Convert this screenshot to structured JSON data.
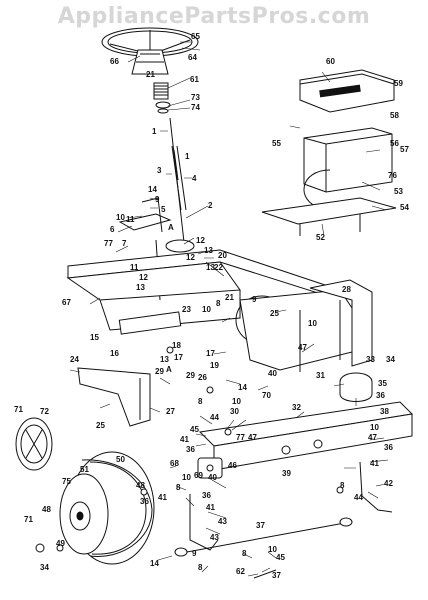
{
  "watermark": "AppliancePartsPros.com",
  "labels": {
    "l1": "1",
    "l2": "2",
    "l3": "3",
    "l4": "4",
    "l5": "5",
    "l6": "6",
    "l7": "7",
    "l8": "8",
    "l9": "9",
    "l10": "10",
    "l11": "11",
    "l12": "12",
    "l13": "13",
    "l14": "14",
    "l15": "15",
    "l16": "16",
    "l17": "17",
    "l18": "18",
    "l19": "19",
    "l20": "20",
    "l21": "21",
    "l22": "22",
    "l23": "23",
    "l24": "24",
    "l25": "25",
    "l26": "26",
    "l27": "27",
    "l28": "28",
    "l29": "29",
    "l30": "30",
    "l31": "31",
    "l32": "32",
    "l33": "33",
    "l34": "34",
    "l35": "35",
    "l36": "36",
    "l37": "37",
    "l38": "38",
    "l39": "39",
    "l40": "40",
    "l41": "41",
    "l42": "42",
    "l43": "43",
    "l44": "44",
    "l45": "45",
    "l46": "46",
    "l47": "47",
    "l48": "48",
    "l49": "49",
    "l50": "50",
    "l51": "51",
    "l52": "52",
    "l53": "53",
    "l54": "54",
    "l55": "55",
    "l56": "56",
    "l57": "57",
    "l58": "58",
    "l59": "59",
    "l60": "60",
    "l61": "61",
    "l62": "62",
    "l64": "64",
    "l65": "65",
    "l66": "66",
    "l67": "67",
    "l68": "68",
    "l69": "69",
    "l70": "70",
    "l71": "71",
    "l72": "72",
    "l73": "73",
    "l74": "74",
    "l75": "75",
    "l76": "76",
    "l77": "77",
    "A": "A"
  }
}
